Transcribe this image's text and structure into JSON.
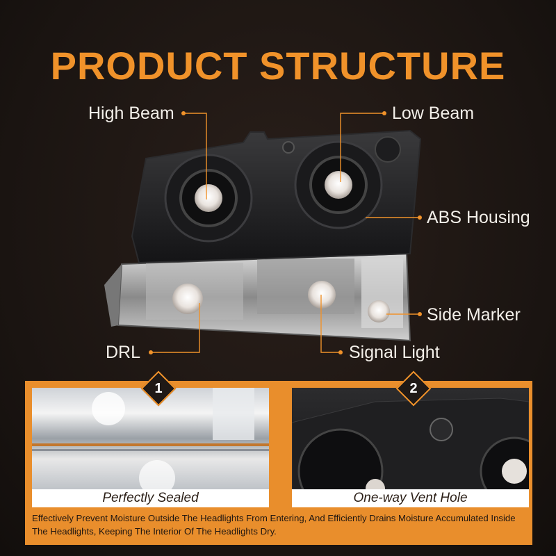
{
  "title": "PRODUCT STRUCTURE",
  "callouts": {
    "high_beam": "High Beam",
    "low_beam": "Low Beam",
    "abs_housing": "ABS Housing",
    "side_marker": "Side Marker",
    "drl": "DRL",
    "signal_light": "Signal Light"
  },
  "features": [
    {
      "number": "1",
      "caption": "Perfectly Sealed"
    },
    {
      "number": "2",
      "caption": "One-way Vent Hole"
    }
  ],
  "description": "Effectively Prevent Moisture Outside The Headlights From Entering, And Efficiently Drains Moisture Accumulated Inside The Headlights, Keeping The Interior Of The Headlights Dry.",
  "colors": {
    "accent": "#f0922a",
    "panel": "#e98e2c",
    "background": "#1c1512"
  }
}
